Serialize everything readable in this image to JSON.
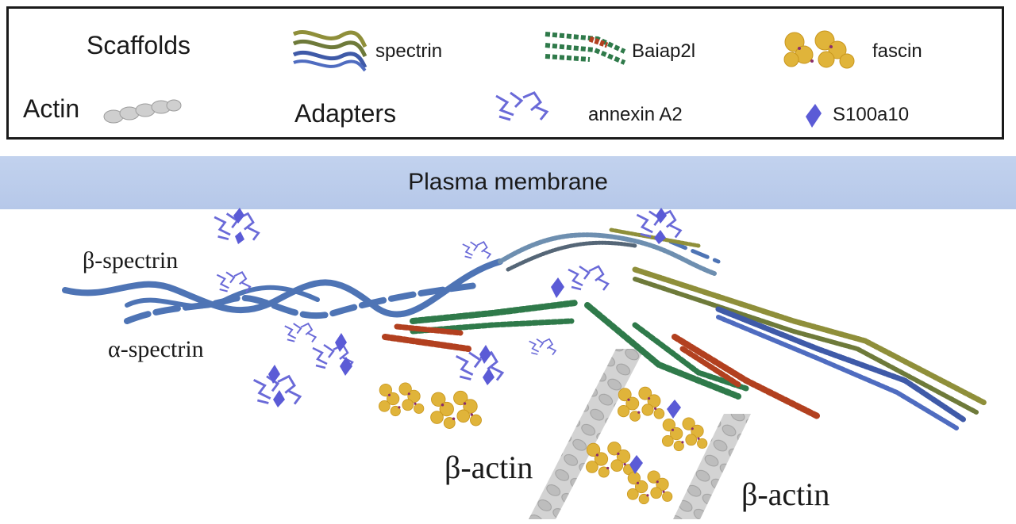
{
  "legend": {
    "scaffolds_heading": "Scaffolds",
    "spectrin": "spectrin",
    "baiap2l": "Baiap2l",
    "fascin": "fascin",
    "actin_heading": "Actin",
    "adapters_heading": "Adapters",
    "annexin": "annexin A2",
    "s100": "S100a10"
  },
  "membrane": {
    "label": "Plasma membrane"
  },
  "labels": {
    "beta_spectrin": "β-spectrin",
    "alpha_spectrin": "α-spectrin",
    "beta_actin_1": "β-actin",
    "beta_actin_2": "β-actin"
  },
  "colors": {
    "spectrin_line": "#4e74b5",
    "membrane": "#bccdeb",
    "s100": "#5b5bd6",
    "annexin": "#6a6ad8",
    "baiap2l_green": "#2f7a4a",
    "baiap2l_red": "#b2401f",
    "fascin": "#e0b43a",
    "actin": "#c9c9c9"
  }
}
